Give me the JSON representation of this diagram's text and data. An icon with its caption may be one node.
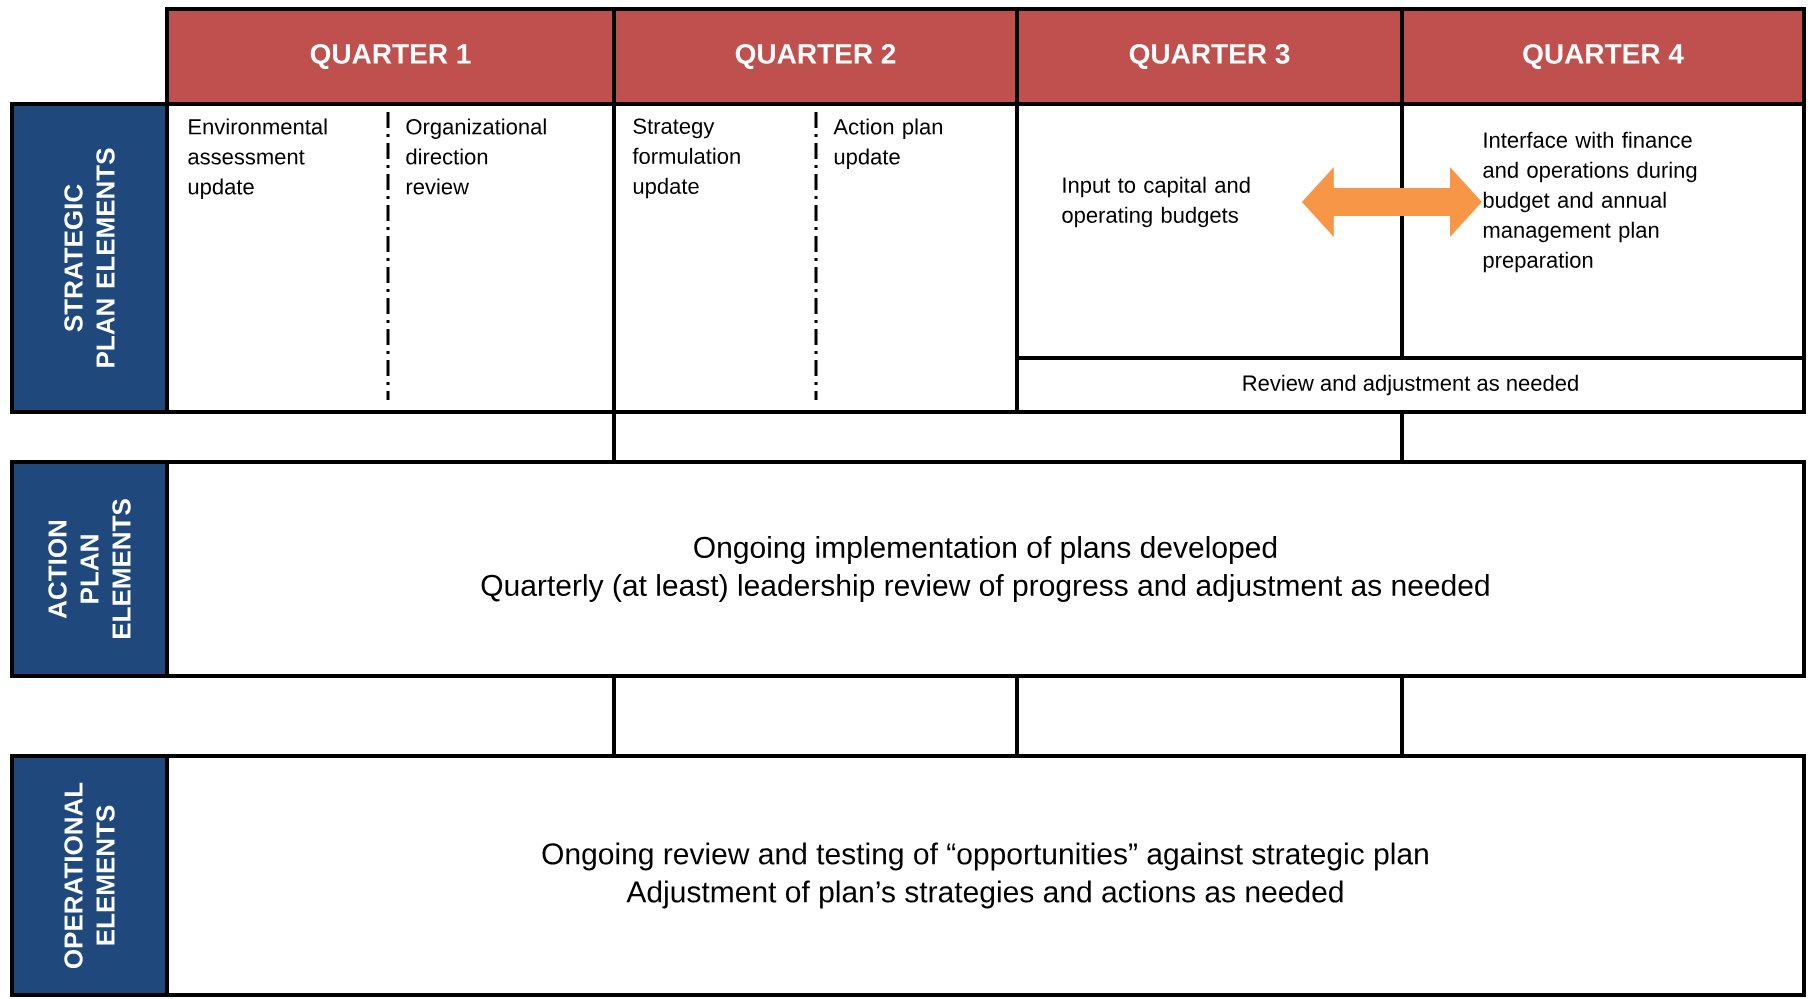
{
  "diagram": {
    "nodes": [
      {
        "text": [
          "QUARTER 1"
        ]
      },
      {
        "text": [
          "QUARTER 2"
        ]
      },
      {
        "text": [
          "QUARTER 3"
        ]
      },
      {
        "text": [
          "QUARTER 4"
        ]
      },
      {
        "text": [
          "STRATEGIC PLAN ELEMENTS"
        ]
      },
      {
        "text": [
          "Environmental assessment update",
          "Organizational direction review"
        ]
      },
      {
        "text": [
          "Strategy formulation update",
          "Action plan update"
        ]
      },
      {
        "text": [
          "Input to capital and operating budgets"
        ]
      },
      {
        "text": [
          "Interface with finance and operations during budget and annual management plan preparation"
        ]
      },
      {
        "text": [
          "Review and adjustment as needed"
        ]
      },
      {
        "text": [
          "ACTION PLAN ELEMENTS"
        ]
      },
      {
        "text": [
          "Ongoing implementation of plans developed",
          "Quarterly (at least) leadership review of progress and adjustment as needed"
        ]
      },
      {
        "text": [
          "OPERATIONAL ELEMENTS"
        ]
      },
      {
        "text": [
          "Ongoing review and testing of “opportunities” against strategic plan",
          "Adjustment of plan’s strategies and actions as needed"
        ]
      }
    ],
    "edges": [
      {
        "from": 7,
        "to": 8,
        "arrow": "both",
        "style": "thick",
        "color": "#f79646"
      },
      {
        "from": 6,
        "to": 11,
        "arrow": "none"
      },
      {
        "from": 9,
        "to": 11,
        "arrow": "none"
      },
      {
        "from": 11,
        "to": 13,
        "arrow": "none"
      },
      {
        "from": 11,
        "to": 13,
        "arrow": "none"
      },
      {
        "from": 11,
        "to": 13,
        "arrow": "none"
      }
    ]
  }
}
